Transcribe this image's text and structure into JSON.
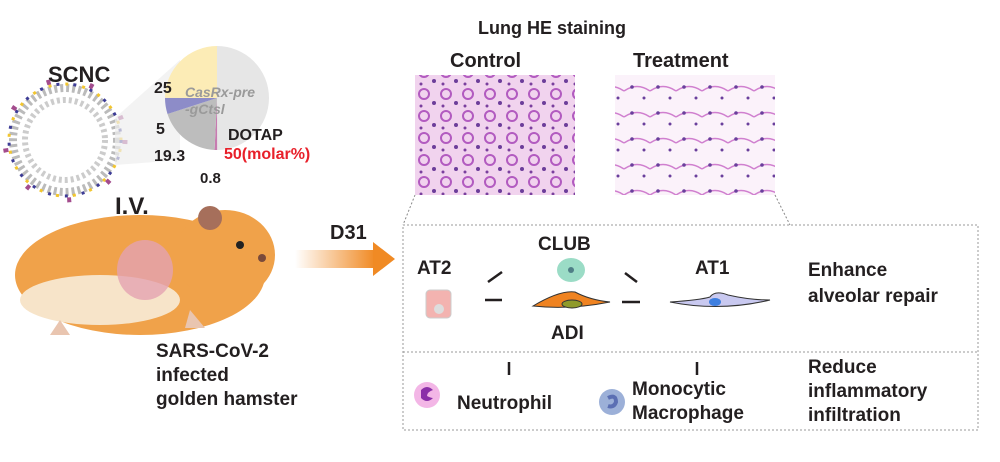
{
  "title": "SCNC",
  "route": "I.V.",
  "pie": {
    "slices": [
      {
        "name": "DOTAP",
        "value": 50,
        "color": "#e6e6e6"
      },
      {
        "name": "pink",
        "value": 0.8,
        "color": "#c77bb0"
      },
      {
        "name": "gray",
        "value": 19.3,
        "color": "#bdbdbd"
      },
      {
        "name": "purple",
        "value": 5,
        "color": "#8d8cc8"
      },
      {
        "name": "CasRx",
        "value": 25,
        "color": "#fcecb6"
      }
    ],
    "labels": {
      "v25": "25",
      "v5": "5",
      "v193": "19.3",
      "v08": "0.8",
      "dotap": "DOTAP",
      "dotap_value": "50(molar%)",
      "cargo_1": "CasRx-pre",
      "cargo_2": "-gCtsl"
    }
  },
  "histology": {
    "title": "Lung HE staining",
    "control": "Control",
    "treatment": "Treatment"
  },
  "timepoint": "D31",
  "model": [
    "SARS-CoV-2",
    "infected",
    "golden hamster"
  ],
  "cells": {
    "at2": "AT2",
    "club": "CLUB",
    "adi": "ADI",
    "at1": "AT1",
    "neutrophil": "Neutrophil",
    "mono_1": "Monocytic",
    "mono_2": "Macrophage"
  },
  "outcomes": {
    "repair": [
      "Enhance",
      "alveolar repair"
    ],
    "inflam": [
      "Reduce",
      "inflammatory",
      "infiltration"
    ]
  },
  "colors": {
    "accent_red": "#e8202a",
    "arrow_orange": "#f08a24"
  }
}
